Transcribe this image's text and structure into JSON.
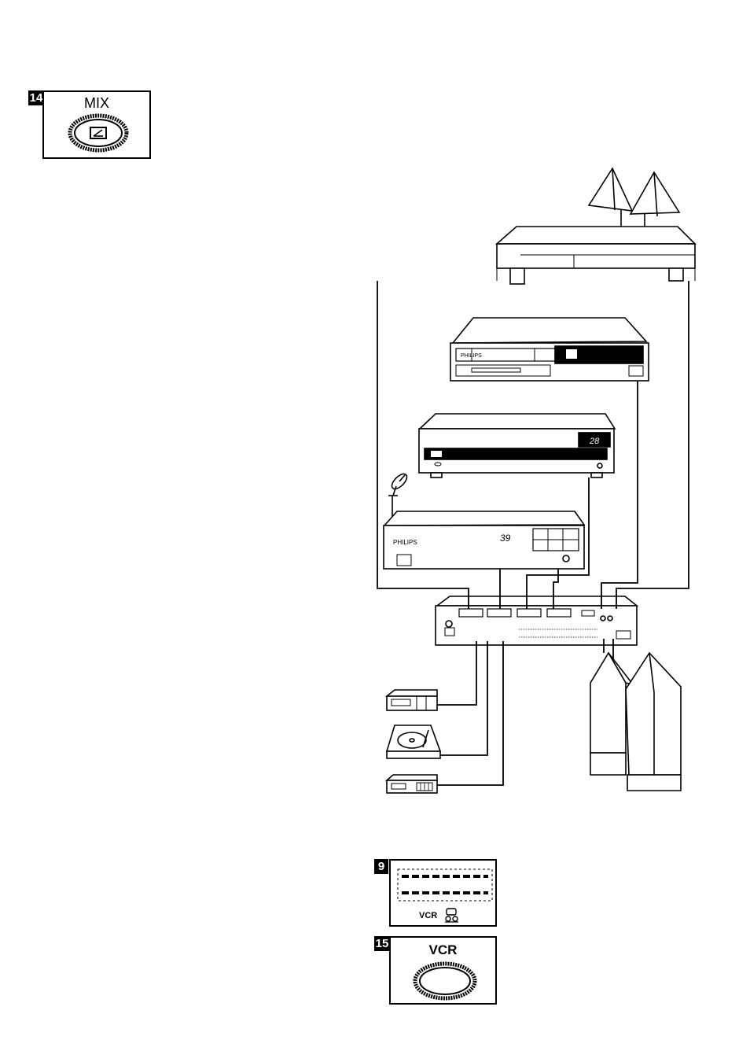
{
  "panel14": {
    "number": "14",
    "label": "MIX",
    "icon": "picture-in-picture-icon"
  },
  "panel9": {
    "number": "9",
    "label": "VCR",
    "icon": "cassette-tape-icon"
  },
  "panel15": {
    "number": "15",
    "label": "VCR"
  },
  "devices": {
    "vcr_top_brand": "PHILIPS",
    "vcr_middle_display": "28",
    "vcr_bottom_brand": "PHILIPS",
    "vcr_bottom_display": "39"
  },
  "colors": {
    "ink": "#000000",
    "background": "#ffffff"
  }
}
